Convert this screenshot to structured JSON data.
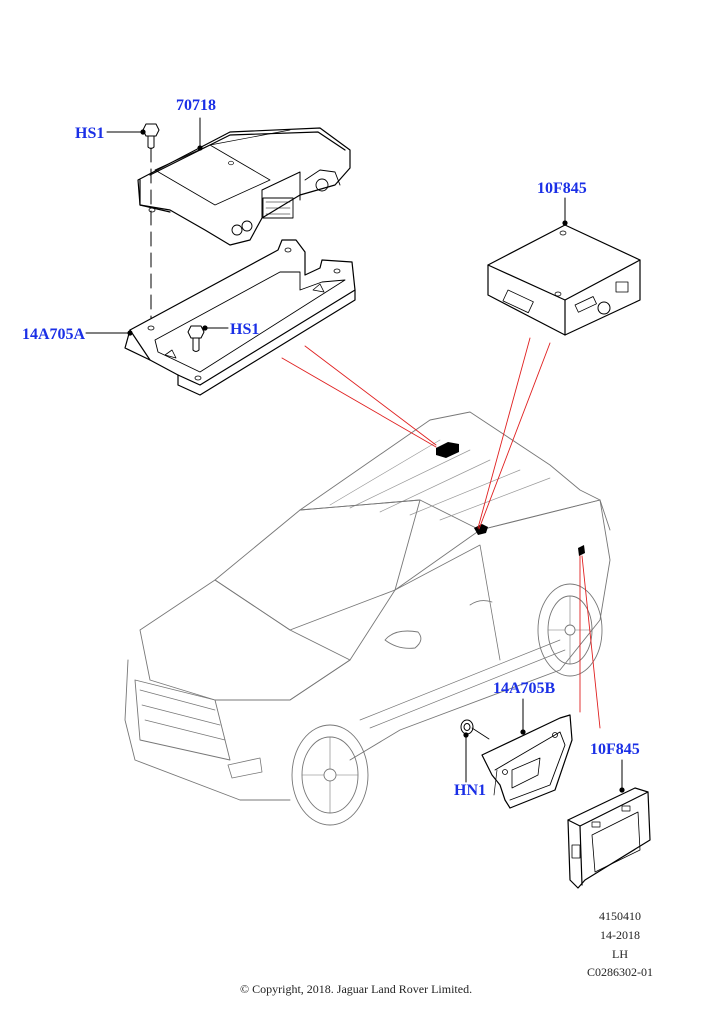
{
  "diagram": {
    "type": "parts-exploded-view",
    "accent_colors": {
      "callout": "#1a2fe6",
      "leader_line": "#e02020",
      "line_art": "#000000"
    },
    "callouts": [
      {
        "id": "70718",
        "label": "70718",
        "part": "control module (upper)"
      },
      {
        "id": "HS1-top",
        "label": "HS1",
        "part": "bolt"
      },
      {
        "id": "14A705A",
        "label": "14A705A",
        "part": "mounting bracket"
      },
      {
        "id": "HS1-bracket",
        "label": "HS1",
        "part": "bolt"
      },
      {
        "id": "10F845-top",
        "label": "10F845",
        "part": "module"
      },
      {
        "id": "14A705B",
        "label": "14A705B",
        "part": "bracket"
      },
      {
        "id": "HN1",
        "label": "HN1",
        "part": "nut"
      },
      {
        "id": "10F845-bottom",
        "label": "10F845",
        "part": "module"
      }
    ],
    "vehicle": "SUV (3-door) line drawing with location markers",
    "location_markers": 3
  },
  "footer": {
    "ref_number": "4150410",
    "date_code": "14-2018",
    "side": "LH",
    "illustration_code": "C0286302-01",
    "copyright": "© Copyright, 2018. Jaguar Land Rover Limited."
  }
}
